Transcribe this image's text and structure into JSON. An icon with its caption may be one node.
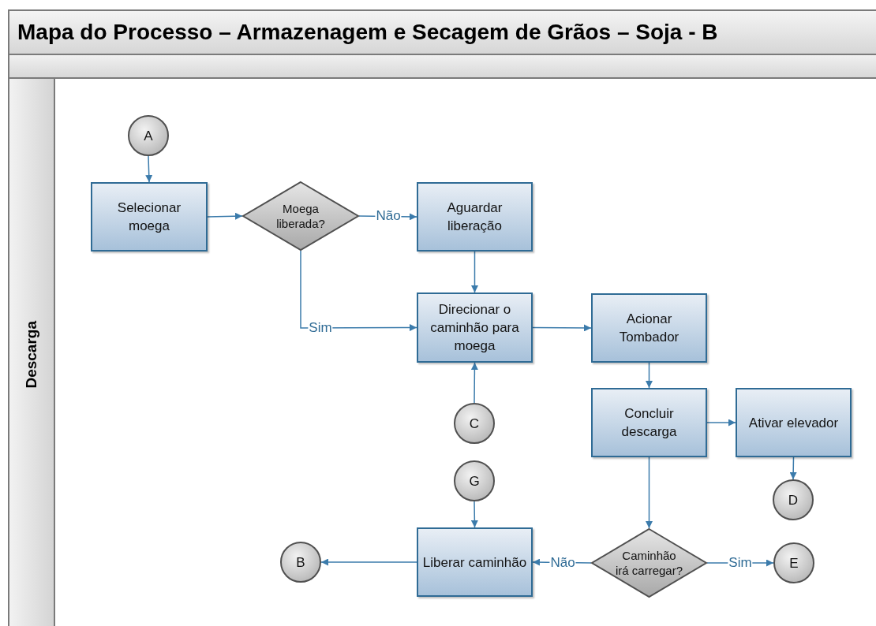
{
  "diagram": {
    "title": "Mapa do Processo – Armazenagem e Secagem de Grãos – Soja - B",
    "nodes": [
      {
        "text": [
          "Descarga"
        ]
      },
      {
        "text": [
          "A"
        ],
        "in": 0
      },
      {
        "text": [
          "Selecionar moega"
        ],
        "in": 0
      },
      {
        "text": [
          "Moega liberada?"
        ],
        "in": 0
      },
      {
        "text": [
          "Aguardar liberação"
        ],
        "in": 0
      },
      {
        "text": [
          "Direcionar o caminhão para moega"
        ],
        "in": 0
      },
      {
        "text": [
          "Acionar Tombador"
        ],
        "in": 0
      },
      {
        "text": [
          "C"
        ],
        "in": 0
      },
      {
        "text": [
          "Concluir descarga"
        ],
        "in": 0
      },
      {
        "text": [
          "Ativar elevador"
        ],
        "in": 0
      },
      {
        "text": [
          "G"
        ],
        "in": 0
      },
      {
        "text": [
          "D"
        ],
        "in": 0
      },
      {
        "text": [
          "B"
        ],
        "in": 0
      },
      {
        "text": [
          "Liberar caminhão"
        ],
        "in": 0
      },
      {
        "text": [
          "Caminhão irá carregar?"
        ],
        "in": 0
      },
      {
        "text": [
          "E"
        ],
        "in": 0
      }
    ],
    "edges": [
      {
        "from": 1,
        "to": 2,
        "arrow": "to"
      },
      {
        "from": 2,
        "to": 3,
        "arrow": "to"
      },
      {
        "from": 3,
        "to": 4,
        "arrow": "to",
        "label": "Não"
      },
      {
        "from": 3,
        "to": 5,
        "arrow": "to",
        "label": "Sim"
      },
      {
        "from": 4,
        "to": 5,
        "arrow": "to"
      },
      {
        "from": 5,
        "to": 6,
        "arrow": "to"
      },
      {
        "from": 7,
        "to": 5,
        "arrow": "to"
      },
      {
        "from": 6,
        "to": 8,
        "arrow": "to"
      },
      {
        "from": 8,
        "to": 9,
        "arrow": "to"
      },
      {
        "from": 9,
        "to": 11,
        "arrow": "to"
      },
      {
        "from": 10,
        "to": 13,
        "arrow": "to"
      },
      {
        "from": 8,
        "to": 14,
        "arrow": "to"
      },
      {
        "from": 14,
        "to": 13,
        "arrow": "to",
        "label": "Não"
      },
      {
        "from": 14,
        "to": 15,
        "arrow": "to",
        "label": "Sim"
      },
      {
        "from": 13,
        "to": 12,
        "arrow": "to"
      }
    ]
  }
}
